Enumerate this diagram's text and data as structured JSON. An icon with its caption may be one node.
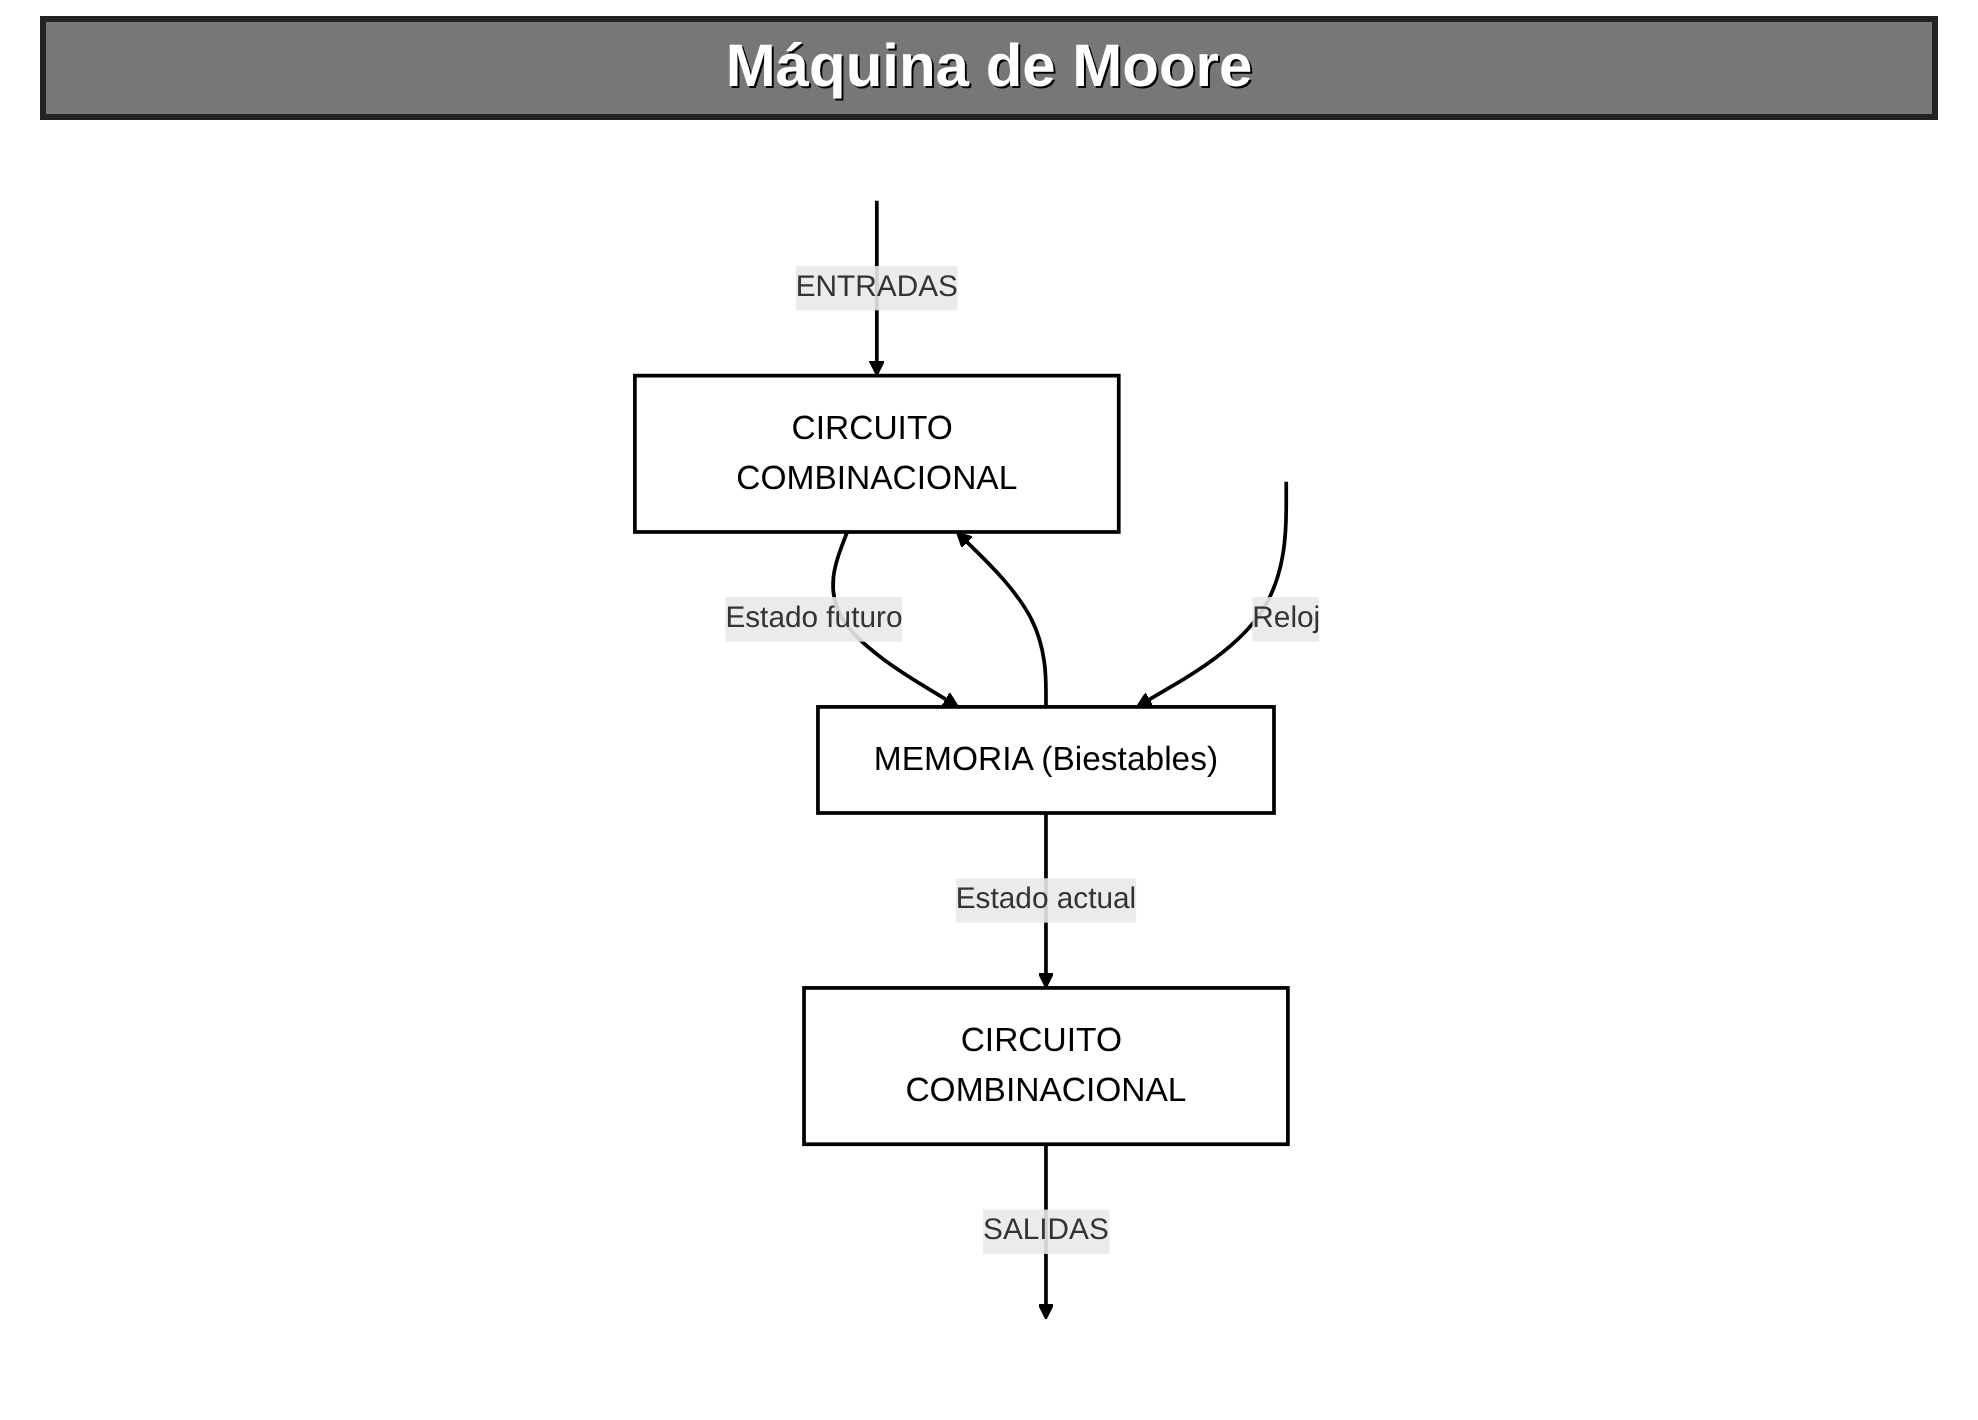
{
  "diagram": {
    "title": "Máquina de Moore",
    "nodes": [
      {
        "text": [
          "CIRCUITO COMBINACIONAL"
        ]
      },
      {
        "text": [
          "CIRCUITO COMBINACIONAL"
        ]
      },
      {
        "text": [
          "MEMORIA (Biestables)"
        ]
      }
    ],
    "edges": [
      {
        "from": null,
        "to": 1,
        "arrow": "to",
        "label": "ENTRADAS"
      },
      {
        "from": 0,
        "to": null,
        "arrow": "to",
        "label": "SALIDAS"
      },
      {
        "from": 1,
        "to": 2,
        "arrow": "to",
        "label": "Estado futuro"
      },
      {
        "from": 2,
        "to": 0,
        "arrow": "to",
        "label": "Estado actual"
      },
      {
        "from": 2,
        "to": 1,
        "arrow": "to"
      },
      {
        "from": null,
        "to": 2,
        "arrow": "to",
        "label": "Reloj"
      }
    ]
  }
}
